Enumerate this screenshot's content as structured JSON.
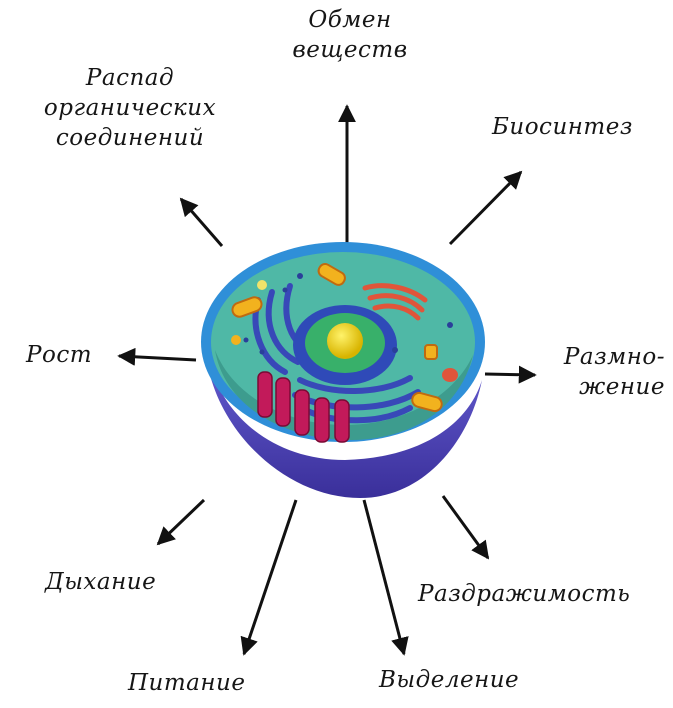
{
  "labels": {
    "metabolism": [
      "Обмен",
      "веществ"
    ],
    "decomposition": [
      "Распад",
      "органических",
      "соединений"
    ],
    "biosynthesis": "Биосинтез",
    "growth": "Рост",
    "reproduction": [
      "Размно-",
      "жение"
    ],
    "respiration": "Дыхание",
    "nutrition": "Питание",
    "excretion": "Выделение",
    "irritability": "Раздражимость"
  }
}
